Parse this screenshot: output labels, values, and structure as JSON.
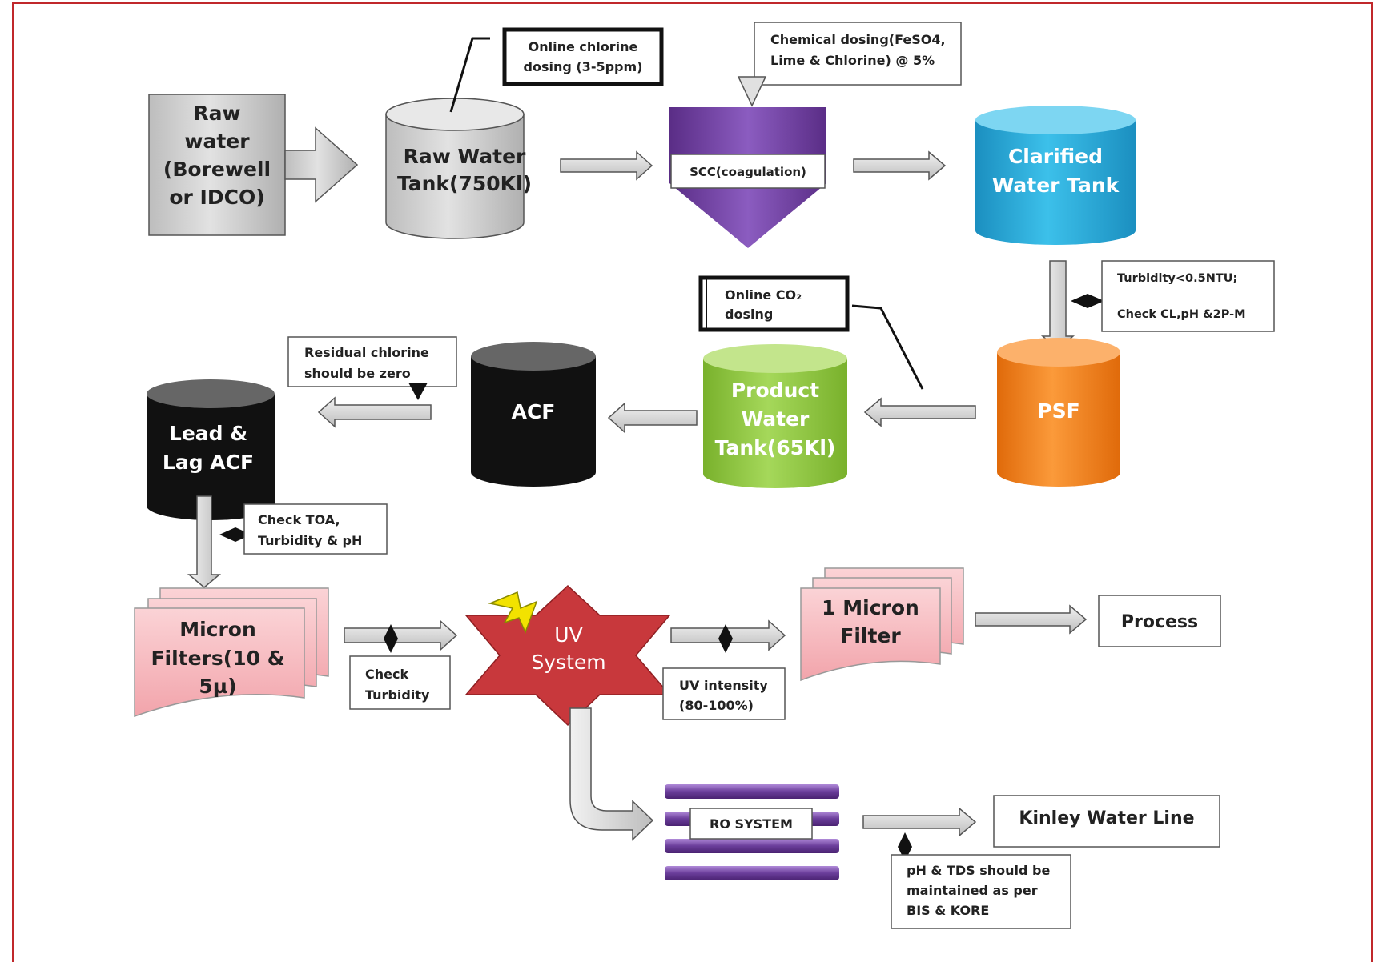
{
  "nodes": {
    "raw_water_source": {
      "lines": [
        "Raw",
        "water",
        "(Borewell",
        "or IDCO)"
      ]
    },
    "raw_water_tank": {
      "lines": [
        "Raw Water",
        "Tank(750Kl)"
      ]
    },
    "scc": {
      "label": "SCC(coagulation)"
    },
    "clarified_tank": {
      "lines": [
        "Clarified",
        "Water Tank"
      ]
    },
    "psf": {
      "label": "PSF"
    },
    "product_tank": {
      "lines": [
        "Product",
        "Water",
        "Tank(65Kl)"
      ]
    },
    "acf": {
      "label": "ACF"
    },
    "lead_lag_acf": {
      "lines": [
        "Lead &",
        "Lag ACF"
      ]
    },
    "micron_filters": {
      "lines": [
        "Micron",
        "Filters(10 &",
        "5µ)"
      ]
    },
    "uv_system": {
      "lines": [
        "UV",
        "System"
      ]
    },
    "one_micron_filter": {
      "lines": [
        "1 Micron",
        "Filter"
      ]
    },
    "process": {
      "label": "Process"
    },
    "ro_system": {
      "label": "RO SYSTEM"
    },
    "kinley": {
      "label": "Kinley Water Line"
    }
  },
  "notes": {
    "online_chlorine": [
      "Online chlorine",
      "dosing (3-5ppm)"
    ],
    "chemical_dosing": [
      "Chemical dosing(FeSO4,",
      "Lime & Chlorine) @ 5%"
    ],
    "turbidity_check": [
      "Turbidity<0.5NTU;",
      "Check CL,pH &2P-M"
    ],
    "online_co2": [
      "Online CO₂",
      "dosing"
    ],
    "residual_chlorine": [
      "Residual chlorine",
      "should be zero"
    ],
    "check_toa": [
      "Check TOA,",
      "Turbidity & pH"
    ],
    "check_turbidity": [
      "Check",
      "Turbidity"
    ],
    "uv_intensity": [
      "UV intensity",
      "(80-100%)"
    ],
    "ph_tds": [
      "pH & TDS should be",
      "maintained as per",
      "BIS & KORE"
    ]
  },
  "colors": {
    "frame_border": "#c0282b",
    "gray_box": "#c8c8c8",
    "purple": "#6a3d9a",
    "clarified_blue": "#2aa8d8",
    "psf_orange": "#f07d1a",
    "product_green": "#8dc63f",
    "black_tank": "#111111",
    "pink_filter": "#f6b7bd",
    "uv_red": "#c8383c",
    "lightning_yellow": "#f2e200",
    "arrow_gray": "#d9d9d9"
  }
}
